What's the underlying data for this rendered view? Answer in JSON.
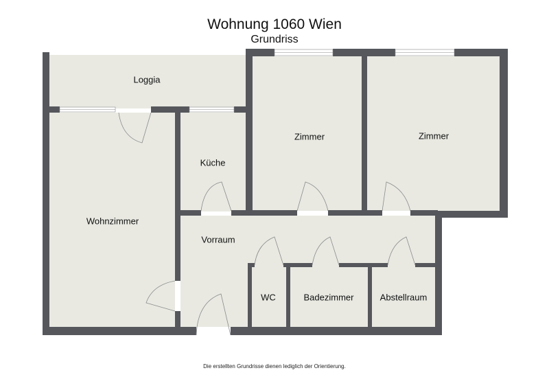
{
  "header": {
    "title": "Wohnung 1060 Wien",
    "subtitle": "Grundriss"
  },
  "colors": {
    "wall": "#55575c",
    "floor": "#e9e9e2",
    "window": "#ffffff",
    "door_line": "#8a8a8a"
  },
  "rooms": [
    {
      "id": "loggia",
      "label": "Loggia"
    },
    {
      "id": "wohnzimmer",
      "label": "Wohnzimmer"
    },
    {
      "id": "kueche",
      "label": "Küche"
    },
    {
      "id": "zimmer-1",
      "label": "Zimmer"
    },
    {
      "id": "zimmer-2",
      "label": "Zimmer"
    },
    {
      "id": "vorraum",
      "label": "Vorraum"
    },
    {
      "id": "wc",
      "label": "WC"
    },
    {
      "id": "badezimmer",
      "label": "Badezimmer"
    },
    {
      "id": "abstellraum",
      "label": "Abstellraum"
    }
  ],
  "footer": {
    "disclaimer": "Die erstellten Grundrisse dienen lediglich der Orientierung."
  }
}
